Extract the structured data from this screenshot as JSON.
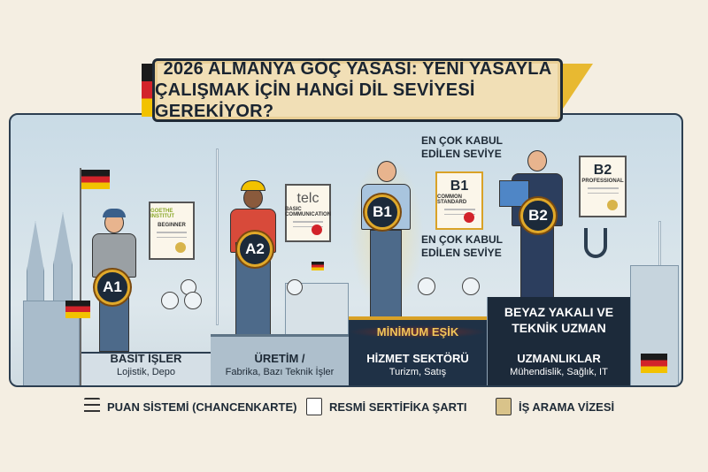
{
  "title": {
    "line1": "2026 ALMANYA GÖÇ YASASI: YENİ YASAYLA",
    "line2": "ÇALIŞMAK İÇİN HANGİ DİL SEVİYESİ GEREKİYOR?"
  },
  "levels": [
    {
      "badge": "A1",
      "cert_title": "GOETHE INSTITUT",
      "cert_sub": "BEGINNER",
      "step_title": "BASİT İŞLER",
      "step_sub": "Lojistik, Depo"
    },
    {
      "badge": "A2",
      "cert_title": "telc",
      "cert_sub": "BASIC COMMUNICATION",
      "step_title": "ÜRETİM /",
      "step_sub": "Fabrika, Bazı Teknik İşler"
    },
    {
      "badge": "B1",
      "cert_title": "B1",
      "cert_sub": "COMMON STANDARD",
      "step_title": "HİZMET SEKTÖRÜ",
      "step_sub": "Turizm, Satış",
      "highlight": "MİNİMUM EŞİK",
      "note_top": "EN ÇOK KABUL EDİLEN SEVİYE",
      "note_bottom": "EN ÇOK KABUL EDİLEN SEVİYE"
    },
    {
      "badge": "B2",
      "cert_title": "B2",
      "cert_sub": "PROFESSIONAL",
      "step_title": "UZMANLIKLAR",
      "step_sub": "Mühendislik, Sağlık, IT",
      "header": "BEYAZ YAKALI VE TEKNİK UZMAN"
    }
  ],
  "legend": [
    {
      "icon": "list-icon",
      "label": "PUAN SİSTEMİ (CHANCENKARTE)"
    },
    {
      "icon": "certificate-icon",
      "label": "RESMİ SERTİFİKA ŞARTI"
    },
    {
      "icon": "passport-icon",
      "label": "İŞ ARAMA VİZESİ"
    }
  ],
  "colors": {
    "background": "#f4eee2",
    "banner": "#f1dfb6",
    "dark": "#1c2a3a",
    "gold": "#e0a92a",
    "flag_black": "#1b1b1b",
    "flag_red": "#d2232a",
    "flag_gold": "#f2c200"
  }
}
